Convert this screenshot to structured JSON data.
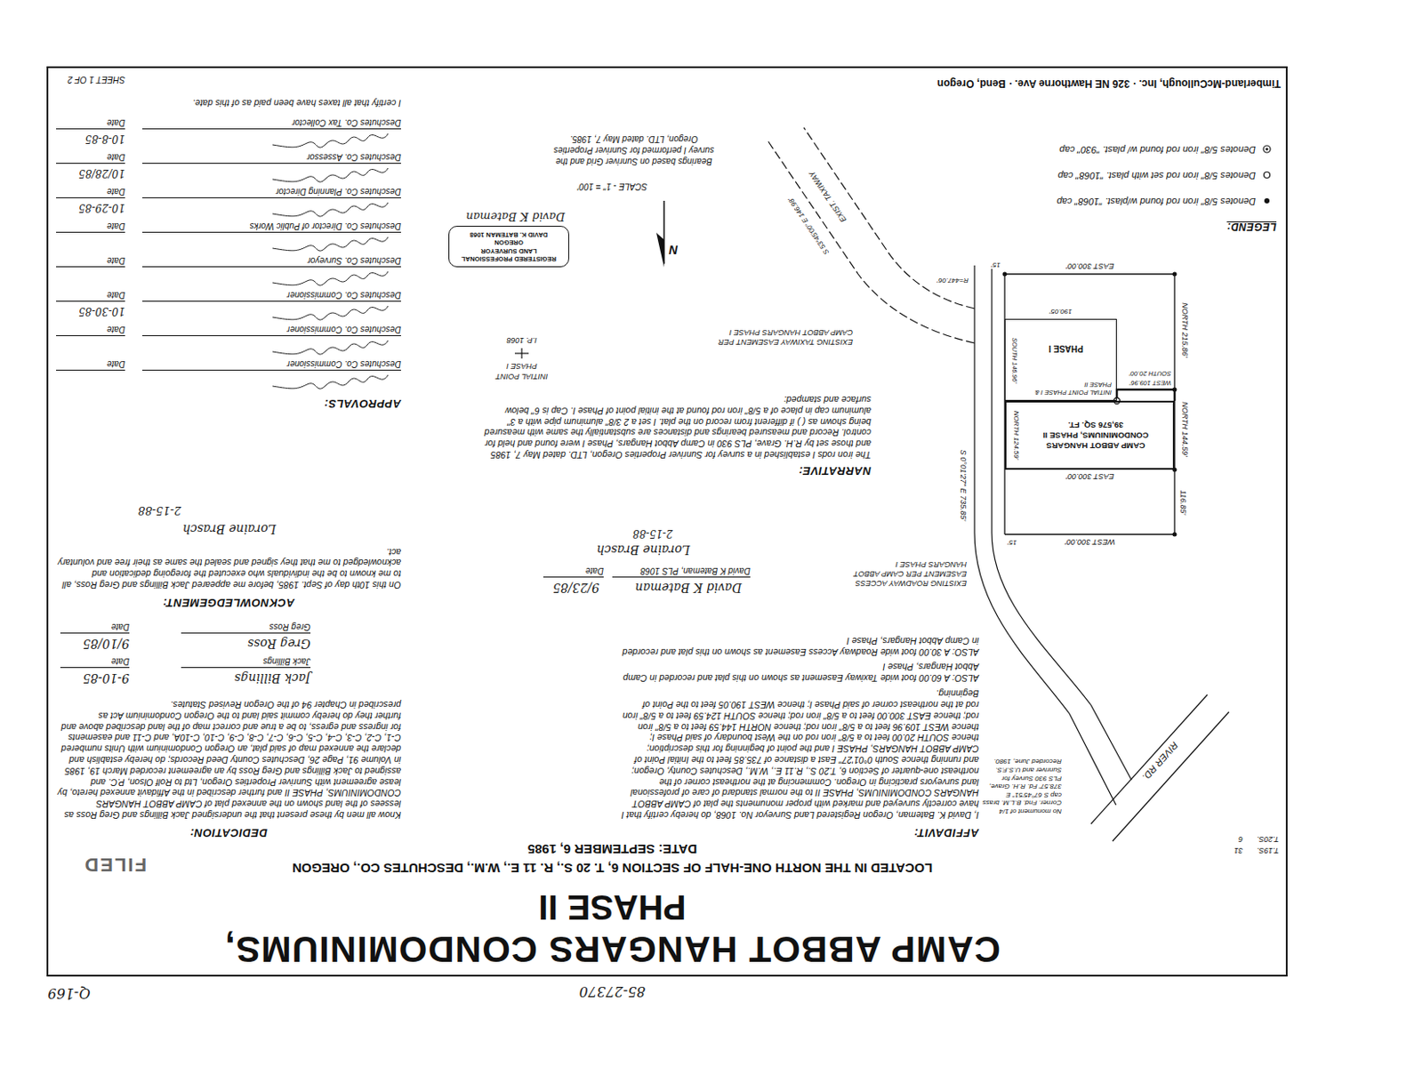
{
  "diagram": {
    "title": "CAMP ABBOT HANGARS CONDOMINIUMS,",
    "nodes": [
      {
        "text": [
          "CAMP ABBOT HANGARS CONDOMINIUMS, PHASE II",
          "39,576 SQ. FT."
        ]
      },
      {
        "text": [
          "PHASE I"
        ]
      },
      {
        "text": [
          "REGISTERED PROFESSIONAL LAND SURVEYOR",
          "OREGON",
          "DAVID K. BATEMAN 1068"
        ]
      }
    ],
    "labels": [
      "85-27370",
      "Q-169",
      "PHASE II",
      "LOCATED IN THE NORTH ONE-HALF OF SECTION 6, T. 20 S., R. 11 E., W.M., DESCHUTES CO., OREGON",
      "DATE: SEPTEMBER 6, 1985",
      "FILED",
      "DEDICATION:",
      "Know all men by these present that the undersigned Jack Billings and Greg Ross as lessees of the land shown on the annexed plat of CAMP ABBOT HANGARS CONDOMINIUMS, PHASE II and further described in the Affidavit annexed hereto, by lease agreement with Sunriver Properties Oregon, Ltd to Rolf Olson, P.C. and assigned to Jack Billings and Greg Ross by an agreement recorded March 19, 1985 in Volume 91, Page 26, Deschutes County Deed Records; do hereby establish and declare the annexed map of said plat, an Oregon Condominium with Units numbered C-1, C-2, C-3, C-4, C-5, C-6, C-7, C-8, C-9, C-10, C-10A, and C-11 and easements for ingress and egress, to be a true and correct map of the land described above and further they do hereby commit said land to the Oregon Condominium Act as prescribed in Chapter 94 of the Oregon Revised Statutes.",
      "Jack Billings",
      "9-10-85",
      "Jack Billings",
      "Date",
      "Greg Ross",
      "9/10/85",
      "Greg Ross",
      "Date",
      "ACKNOWLEDGEMENT:",
      "On this 10th day of Sept. 1985, before me appeared Jack Billings and Greg Ross, all to me known to be the individuals who executed the foregoing dedication and acknowledged to me that they signed and sealed the same as their free and voluntary act.",
      "Loraine Brasch",
      "2-15-88",
      "APPROVALS:",
      "Deschutes Co. Commissioner",
      "Date",
      "Deschutes Co. Commissioner",
      "Date",
      "10-30-85",
      "Deschutes Co. Commissioner",
      "Date",
      "Deschutes Co. Surveyor",
      "Date",
      "Deschutes Co. Director of Public Works",
      "Date",
      "10-29-85",
      "Deschutes Co. Planning Director",
      "Date",
      "10/28/85",
      "Deschutes Co. Assessor",
      "Date",
      "10-8-85",
      "Deschutes Co. Tax Collector",
      "Date",
      "I certify that all taxes have been paid as of this date.",
      "SHEET 1 OF 2",
      "AFFIDAVIT:",
      "I, David K. Bateman, Oregon Registered Land Surveyor No. 1068, do hereby certify that I have correctly surveyed and marked with proper monuments the plat of CAMP ABBOT HANGARS CONDOMINIUMS, PHASE II to the normal standard of care of professional land surveyors practicing in Oregon. Commencing at the northeast corner of the northeast one-quarter of Section 6, T.20 S., R.11 E., W.M., Deschutes County, Oregon; and running thence South 0°01'27\" East a distance of 735.85 feet to the Initial Point of CAMP ABBOT HANGARS, PHASE I and the point of beginning for this description; thence SOUTH 20.00 feet to a 5/8\" iron rod on the West boundary of said Phase I; thence WEST 109.96 feet to a 5/8\" iron rod; thence NORTH 144.59 feet to a 5/8\" iron rod; thence EAST 300.00 feet to a 5/8\" iron rod; thence SOUTH 124.59 feet to a 5/8\" iron rod at the northeast corner of said Phase I; thence WEST 190.05 feet to the Point of Beginning.",
      "ALSO: A 60.00 foot wide Taxiway Easement as shown on this plat and recorded in Camp Abbot Hangars, Phase I",
      "ALSO: A 30.00 foot wide Roadway Access Easement as shown on this plat and recorded in Camp Abbot Hangars, Phase I",
      "David K Bateman",
      "9/23/85",
      "David K Bateman, PLS 1068",
      "Date",
      "Loraine Brasch",
      "2-15-88",
      "NARRATIVE:",
      "The iron rods I established in a survey for Sunriver Properties Oregon, LTD. dated May 7, 1985 and those set by R.H. Grave, PLS 930 in Camp Abbot Hangars, Phase I were found and held for control. Record and measured bearings and distances are substantially the same with measured being shown as ( ) if different from record on the plat. I set a 2 3/8\" aluminum pipe with a 3\" aluminum cap in place of a 5/8\" iron rod found at the initial point of Phase I. Cap is 6\" below surface and stamped:",
      "INITIAL POINT",
      "PHASE I",
      "I.P. 1068",
      "David K Bateman",
      "N",
      "SCALE - 1\" = 100'",
      "Bearings based on Sunriver Grid and the survey I performed for Sunriver Properties Oregon, LTD. dated May 7, 1985.",
      "LEGEND:",
      "Timberland-McCullough, Inc. · 326 NE Hawthorne Ave. · Bend, Oregon",
      "T.19S.",
      "T.20S.",
      "31",
      "6",
      "RIVER RD.",
      "No monument of 1/4 Corner. Fnd. B.L.M. brass cap S 67°45'51\" E 378.57' Fd. R.H. Grave, PLS 930 Survey for Sunriver and U.S.F.S. Recorded June, 1980.",
      "EXISTING ROADWAY ACCESS EASEMENT PER CAMP ABBOT HANGARS PHASE I",
      "EXISTING TAXIWAY EASEMENT PER CAMP ABBOT HANGARS PHASE I",
      "EXIST. TAXIWAY",
      "S 0°01'27\" E 735.85'",
      "WEST 300.00'",
      "116.85'",
      "EAST 300.00'",
      "NORTH 144.59'",
      "NORTH 124.59'",
      "WEST 109.96'",
      "SOUTH 20.00'",
      "INITIAL POINT PHASE I & PHASE II",
      "SOUTH 146.96'",
      "190.05'",
      "NORTH 215.86'",
      "EAST 300.00'",
      "15'",
      "15'",
      "S 53°45'00\" E 146.98'",
      "R=447.06'"
    ],
    "legend": [
      {
        "text": "Denotes 5/8\" iron rod found w/plast. \"1068\" cap"
      },
      {
        "text": "Denotes 5/8\" iron rod set with plast. \"1068\" cap"
      },
      {
        "text": "Denotes 5/8\" iron rod found w/ plast. \"930\" cap"
      }
    ]
  }
}
